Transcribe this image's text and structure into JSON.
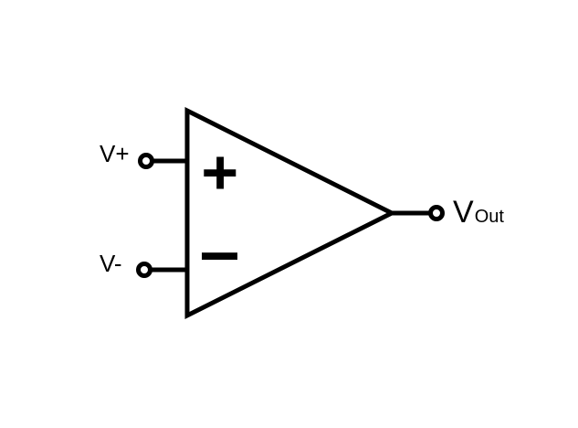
{
  "diagram": {
    "type": "circuit-schematic",
    "component": "operational-amplifier",
    "colors": {
      "stroke": "#000000",
      "background": "#ffffff"
    },
    "labels": {
      "noninverting_input": "V+",
      "inverting_input": "V-",
      "output_main": "V",
      "output_sub": "Out"
    },
    "markers": {
      "noninverting": "plus-icon",
      "inverting": "minus-icon"
    },
    "terminals": [
      {
        "name": "noninverting-input-terminal",
        "label": "V+"
      },
      {
        "name": "inverting-input-terminal",
        "label": "V-"
      },
      {
        "name": "output-terminal",
        "label": "VOut"
      }
    ]
  }
}
